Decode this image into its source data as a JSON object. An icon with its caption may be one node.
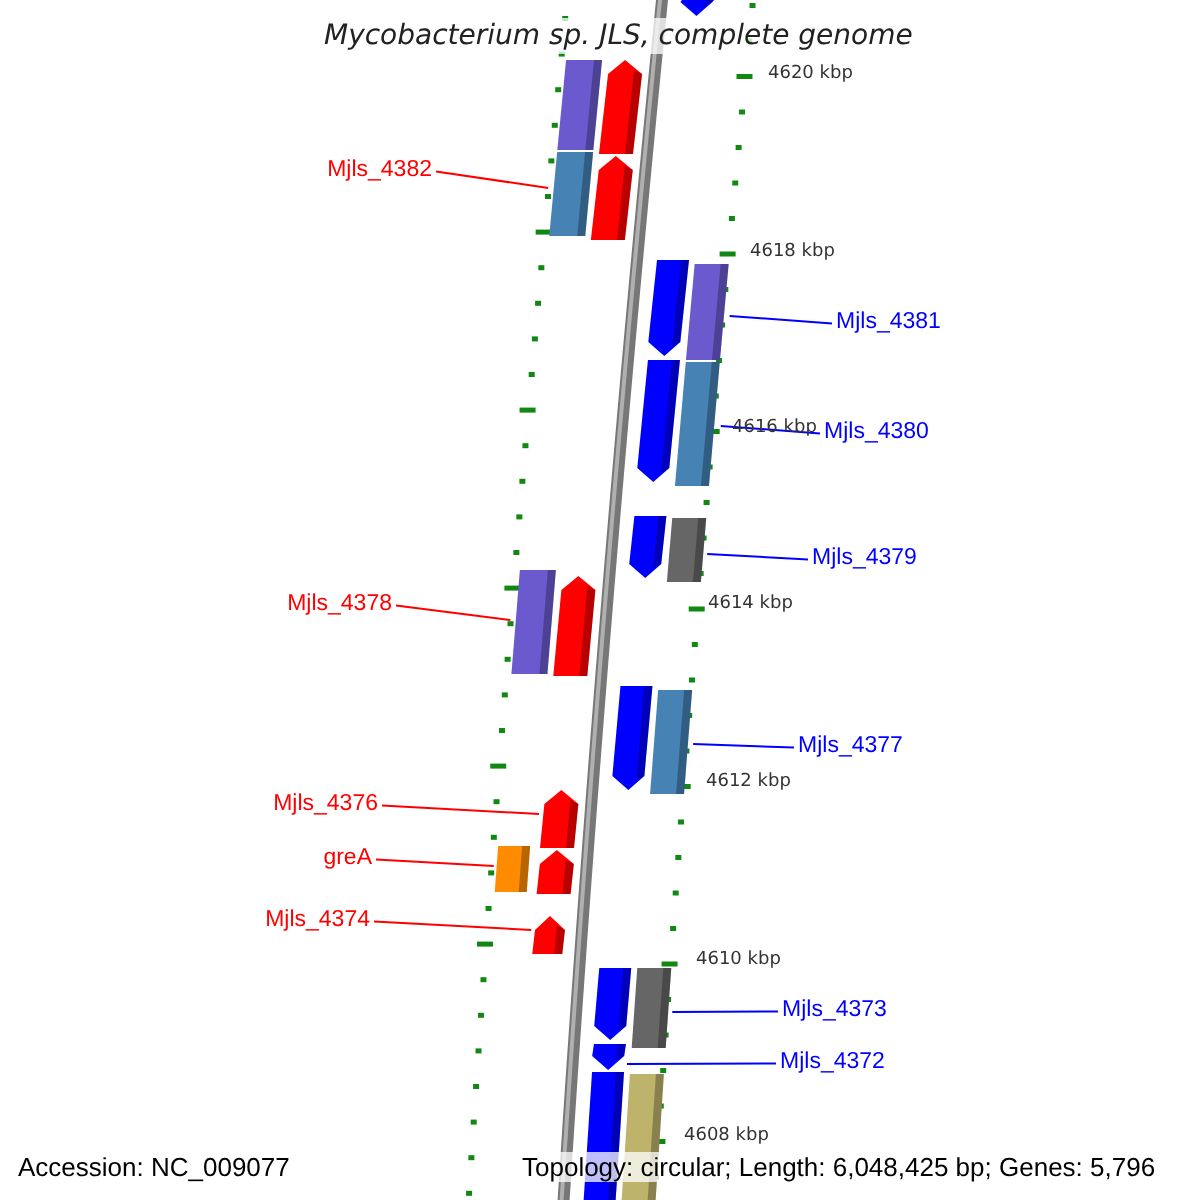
{
  "diagram": {
    "title": "Mycobacterium sp. JLS, complete genome",
    "nodes": [
      {
        "text": [
          "Mjls_4382"
        ]
      },
      {
        "text": [
          "Mjls_4381"
        ]
      },
      {
        "text": [
          "Mjls_4380"
        ]
      },
      {
        "text": [
          "Mjls_4379"
        ]
      },
      {
        "text": [
          "Mjls_4378"
        ]
      },
      {
        "text": [
          "Mjls_4377"
        ]
      },
      {
        "text": [
          "Mjls_4376"
        ]
      },
      {
        "text": [
          "greA"
        ]
      },
      {
        "text": [
          "Mjls_4374"
        ]
      },
      {
        "text": [
          "Mjls_4373"
        ]
      },
      {
        "text": [
          "Mjls_4372"
        ]
      },
      {
        "text": [],
        "shape": "pentagon"
      },
      {
        "text": [],
        "shape": "pentagon"
      },
      {
        "text": [],
        "shape": "bar"
      },
      {
        "text": [],
        "shape": "pentagon"
      },
      {
        "text": [],
        "shape": "bar"
      },
      {
        "text": [],
        "shape": "pentagon"
      },
      {
        "text": [],
        "shape": "bar"
      },
      {
        "text": [],
        "shape": "pentagon"
      },
      {
        "text": [],
        "shape": "bar"
      },
      {
        "text": [],
        "shape": "pentagon"
      },
      {
        "text": [],
        "shape": "bar"
      },
      {
        "text": [],
        "shape": "bar"
      },
      {
        "text": [],
        "shape": "pentagon"
      },
      {
        "text": [],
        "shape": "pentagon"
      },
      {
        "text": [],
        "shape": "bar"
      },
      {
        "text": [],
        "shape": "pentagon"
      },
      {
        "text": [],
        "shape": "pentagon"
      },
      {
        "text": [],
        "shape": "bar"
      },
      {
        "text": [],
        "shape": "pentagon"
      },
      {
        "text": [],
        "shape": "pentagon"
      },
      {
        "text": [],
        "shape": "bar"
      },
      {
        "text": [],
        "shape": "pentagon"
      },
      {
        "text": [],
        "shape": "bar"
      },
      {
        "text": [],
        "shape": "bar"
      }
    ],
    "edges": [
      {
        "from": 0,
        "to": 15,
        "arrow": "none",
        "color": "#ff0000"
      },
      {
        "from": 1,
        "to": 17,
        "arrow": "none"
      },
      {
        "from": 2,
        "to": 19,
        "arrow": "none"
      },
      {
        "from": 3,
        "to": 21,
        "arrow": "none"
      },
      {
        "from": 4,
        "to": 22,
        "arrow": "none",
        "color": "#ff0000"
      },
      {
        "from": 5,
        "to": 25,
        "arrow": "none"
      },
      {
        "from": 6,
        "to": 26,
        "arrow": "none",
        "color": "#ff0000"
      },
      {
        "from": 7,
        "to": 28,
        "arrow": "none",
        "color": "#ff0000"
      },
      {
        "from": 8,
        "to": 29,
        "arrow": "none",
        "color": "#ff0000"
      },
      {
        "from": 9,
        "to": 31,
        "arrow": "none"
      },
      {
        "from": 10,
        "to": 32,
        "arrow": "none"
      }
    ],
    "labels": [
      "4620 kbp",
      "4618 kbp",
      "4616 kbp",
      "4614 kbp",
      "4612 kbp",
      "4610 kbp",
      "4608 kbp",
      "Accession: NC_009077",
      "Topology: circular; Length: 6,048,425 bp; Genes: 5,796"
    ]
  }
}
